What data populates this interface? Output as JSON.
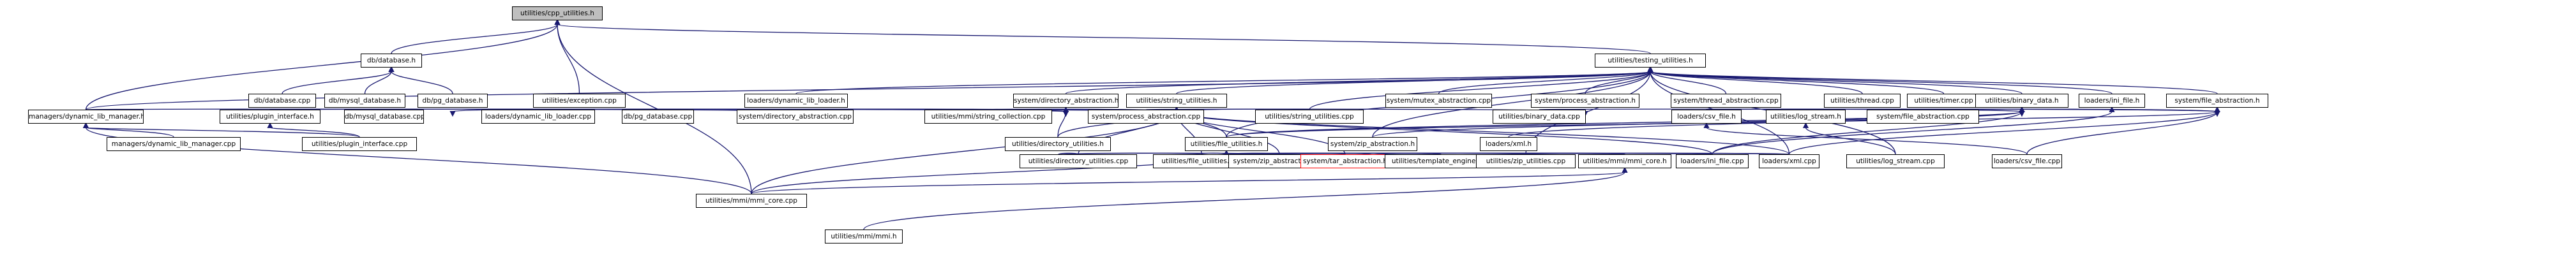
{
  "diagram": {
    "type": "include-dependency-graph",
    "colors": {
      "edge": "#191970",
      "node_border": "#000000",
      "node_fill": "#ffffff",
      "root_fill": "#bfbfbf",
      "missing_border": "#ff0000"
    },
    "nodes": [
      {
        "id": "cpp_utilities_h",
        "label": "utilities/cpp_utilities.h",
        "kind": "root"
      },
      {
        "id": "db_database_h",
        "label": "db/database.h"
      },
      {
        "id": "testing_utilities_h",
        "label": "utilities/testing_utilities.h"
      },
      {
        "id": "db_database_cpp",
        "label": "db/database.cpp"
      },
      {
        "id": "db_mysql_database_h",
        "label": "db/mysql_database.h"
      },
      {
        "id": "db_pg_database_h",
        "label": "db/pg_database.h"
      },
      {
        "id": "exception_cpp",
        "label": "utilities/exception.cpp"
      },
      {
        "id": "dynamic_lib_loader_h",
        "label": "loaders/dynamic_lib_loader.h"
      },
      {
        "id": "directory_abstraction_h",
        "label": "system/directory_abstraction.h"
      },
      {
        "id": "string_utilities_h",
        "label": "utilities/string_utilities.h"
      },
      {
        "id": "mutex_abstraction_cpp",
        "label": "system/mutex_abstraction.cpp"
      },
      {
        "id": "process_abstraction_h",
        "label": "system/process_abstraction.h"
      },
      {
        "id": "thread_abstraction_cpp",
        "label": "system/thread_abstraction.cpp"
      },
      {
        "id": "thread_cpp",
        "label": "utilities/thread.cpp"
      },
      {
        "id": "timer_cpp",
        "label": "utilities/timer.cpp"
      },
      {
        "id": "binary_data_h",
        "label": "utilities/binary_data.h"
      },
      {
        "id": "ini_file_h",
        "label": "loaders/ini_file.h"
      },
      {
        "id": "file_abstraction_h",
        "label": "system/file_abstraction.h"
      },
      {
        "id": "dynamic_lib_manager_h",
        "label": "managers/dynamic_lib_manager.h"
      },
      {
        "id": "plugin_interface_h",
        "label": "utilities/plugin_interface.h"
      },
      {
        "id": "mysql_database_cpp",
        "label": "db/mysql_database.cpp"
      },
      {
        "id": "dynamic_lib_loader_cpp",
        "label": "loaders/dynamic_lib_loader.cpp"
      },
      {
        "id": "pg_database_cpp",
        "label": "db/pg_database.cpp"
      },
      {
        "id": "directory_abstraction_cpp",
        "label": "system/directory_abstraction.cpp"
      },
      {
        "id": "mmi_string_collection_cpp",
        "label": "utilities/mmi/string_collection.cpp"
      },
      {
        "id": "process_abstraction_cpp",
        "label": "system/process_abstraction.cpp"
      },
      {
        "id": "string_utilities_cpp",
        "label": "utilities/string_utilities.cpp"
      },
      {
        "id": "binary_data_cpp",
        "label": "utilities/binary_data.cpp"
      },
      {
        "id": "csv_file_h",
        "label": "loaders/csv_file.h"
      },
      {
        "id": "log_stream_h",
        "label": "utilities/log_stream.h"
      },
      {
        "id": "file_abstraction_cpp",
        "label": "system/file_abstraction.cpp"
      },
      {
        "id": "dynamic_lib_manager_cpp",
        "label": "managers/dynamic_lib_manager.cpp"
      },
      {
        "id": "plugin_interface_cpp",
        "label": "utilities/plugin_interface.cpp"
      },
      {
        "id": "directory_utilities_h",
        "label": "utilities/directory_utilities.h"
      },
      {
        "id": "file_utilities_h",
        "label": "utilities/file_utilities.h"
      },
      {
        "id": "zip_abstraction_h",
        "label": "system/zip_abstraction.h"
      },
      {
        "id": "xml_h",
        "label": "loaders/xml.h"
      },
      {
        "id": "directory_utilities_cpp",
        "label": "utilities/directory_utilities.cpp"
      },
      {
        "id": "file_utilities_cpp",
        "label": "utilities/file_utilities.cpp"
      },
      {
        "id": "zip_abstraction_cpp",
        "label": "system/zip_abstraction.cpp"
      },
      {
        "id": "tar_abstraction_h",
        "label": "system/tar_abstraction.h",
        "kind": "missing"
      },
      {
        "id": "template_engine_cpp",
        "label": "utilities/template_engine.cpp"
      },
      {
        "id": "zip_utilities_cpp",
        "label": "utilities/zip_utilities.cpp"
      },
      {
        "id": "mmi_core_h",
        "label": "utilities/mmi/mmi_core.h"
      },
      {
        "id": "ini_file_cpp",
        "label": "loaders/ini_file.cpp"
      },
      {
        "id": "xml_cpp",
        "label": "loaders/xml.cpp"
      },
      {
        "id": "log_stream_cpp",
        "label": "utilities/log_stream.cpp"
      },
      {
        "id": "csv_file_cpp",
        "label": "loaders/csv_file.cpp"
      },
      {
        "id": "mmi_core_cpp",
        "label": "utilities/mmi/mmi_core.cpp"
      },
      {
        "id": "mmi_h",
        "label": "utilities/mmi/mmi.h"
      }
    ],
    "edges": [
      [
        "cpp_utilities_h",
        "db_database_h"
      ],
      [
        "cpp_utilities_h",
        "testing_utilities_h"
      ],
      [
        "cpp_utilities_h",
        "exception_cpp"
      ],
      [
        "cpp_utilities_h",
        "dynamic_lib_manager_h"
      ],
      [
        "cpp_utilities_h",
        "mmi_core_cpp"
      ],
      [
        "db_database_h",
        "db_database_cpp"
      ],
      [
        "db_database_h",
        "db_mysql_database_h"
      ],
      [
        "db_database_h",
        "db_pg_database_h"
      ],
      [
        "db_mysql_database_h",
        "mysql_database_cpp"
      ],
      [
        "db_pg_database_h",
        "pg_database_cpp"
      ],
      [
        "testing_utilities_h",
        "dynamic_lib_loader_h"
      ],
      [
        "testing_utilities_h",
        "directory_abstraction_h"
      ],
      [
        "testing_utilities_h",
        "string_utilities_h"
      ],
      [
        "testing_utilities_h",
        "mutex_abstraction_cpp"
      ],
      [
        "testing_utilities_h",
        "process_abstraction_h"
      ],
      [
        "testing_utilities_h",
        "thread_abstraction_cpp"
      ],
      [
        "testing_utilities_h",
        "thread_cpp"
      ],
      [
        "testing_utilities_h",
        "timer_cpp"
      ],
      [
        "testing_utilities_h",
        "binary_data_h"
      ],
      [
        "testing_utilities_h",
        "ini_file_h"
      ],
      [
        "testing_utilities_h",
        "file_abstraction_h"
      ],
      [
        "testing_utilities_h",
        "file_utilities_h"
      ],
      [
        "testing_utilities_h",
        "zip_abstraction_h"
      ],
      [
        "testing_utilities_h",
        "dynamic_lib_manager_h"
      ],
      [
        "testing_utilities_h",
        "string_utilities_cpp"
      ],
      [
        "testing_utilities_h",
        "zip_utilities_cpp"
      ],
      [
        "testing_utilities_h",
        "xml_cpp"
      ],
      [
        "testing_utilities_h",
        "log_stream_cpp"
      ],
      [
        "dynamic_lib_loader_h",
        "dynamic_lib_loader_cpp"
      ],
      [
        "dynamic_lib_loader_h",
        "dynamic_lib_manager_h"
      ],
      [
        "directory_abstraction_h",
        "directory_abstraction_cpp"
      ],
      [
        "directory_abstraction_h",
        "directory_utilities_h"
      ],
      [
        "directory_abstraction_h",
        "plugin_interface_h"
      ],
      [
        "string_utilities_h",
        "mmi_string_collection_cpp"
      ],
      [
        "string_utilities_h",
        "string_utilities_cpp"
      ],
      [
        "string_utilities_h",
        "directory_utilities_h"
      ],
      [
        "string_utilities_h",
        "file_utilities_h"
      ],
      [
        "string_utilities_h",
        "tar_abstraction_h"
      ],
      [
        "string_utilities_h",
        "zip_abstraction_cpp"
      ],
      [
        "string_utilities_h",
        "file_utilities_cpp"
      ],
      [
        "string_utilities_h",
        "directory_utilities_cpp"
      ],
      [
        "string_utilities_h",
        "mmi_core_cpp"
      ],
      [
        "string_utilities_h",
        "ini_file_cpp"
      ],
      [
        "string_utilities_h",
        "xml_cpp"
      ],
      [
        "string_utilities_h",
        "plugin_interface_h"
      ],
      [
        "string_utilities_h",
        "pg_database_cpp"
      ],
      [
        "process_abstraction_h",
        "process_abstraction_cpp"
      ],
      [
        "binary_data_h",
        "binary_data_cpp"
      ],
      [
        "binary_data_h",
        "csv_file_h"
      ],
      [
        "binary_data_h",
        "file_utilities_h"
      ],
      [
        "binary_data_h",
        "xml_h"
      ],
      [
        "binary_data_h",
        "zip_abstraction_h"
      ],
      [
        "binary_data_h",
        "ini_file_cpp"
      ],
      [
        "ini_file_h",
        "ini_file_cpp"
      ],
      [
        "file_abstraction_h",
        "csv_file_h"
      ],
      [
        "file_abstraction_h",
        "log_stream_h"
      ],
      [
        "file_abstraction_h",
        "file_abstraction_cpp"
      ],
      [
        "file_abstraction_h",
        "file_utilities_h"
      ],
      [
        "file_abstraction_h",
        "xml_cpp"
      ],
      [
        "file_abstraction_h",
        "csv_file_cpp"
      ],
      [
        "dynamic_lib_manager_h",
        "dynamic_lib_manager_cpp"
      ],
      [
        "dynamic_lib_manager_h",
        "plugin_interface_cpp"
      ],
      [
        "dynamic_lib_manager_h",
        "mmi_core_cpp"
      ],
      [
        "plugin_interface_h",
        "plugin_interface_cpp"
      ],
      [
        "directory_utilities_h",
        "directory_utilities_cpp"
      ],
      [
        "directory_utilities_h",
        "file_utilities_cpp"
      ],
      [
        "directory_utilities_h",
        "zip_abstraction_cpp"
      ],
      [
        "file_utilities_h",
        "file_utilities_cpp"
      ],
      [
        "file_utilities_h",
        "zip_abstraction_cpp"
      ],
      [
        "file_utilities_h",
        "tar_abstraction_h"
      ],
      [
        "file_utilities_h",
        "template_engine_cpp"
      ],
      [
        "file_utilities_h",
        "zip_utilities_cpp"
      ],
      [
        "file_utilities_h",
        "ini_file_cpp"
      ],
      [
        "file_utilities_h",
        "xml_cpp"
      ],
      [
        "file_utilities_h",
        "mmi_core_h"
      ],
      [
        "file_utilities_h",
        "mmi_core_cpp"
      ],
      [
        "zip_abstraction_h",
        "zip_abstraction_cpp"
      ],
      [
        "zip_abstraction_h",
        "zip_utilities_cpp"
      ],
      [
        "xml_h",
        "xml_cpp"
      ],
      [
        "xml_h",
        "mmi_core_h"
      ],
      [
        "log_stream_h",
        "log_stream_cpp"
      ],
      [
        "csv_file_h",
        "csv_file_cpp"
      ],
      [
        "mmi_core_h",
        "mmi_core_cpp"
      ],
      [
        "mmi_core_h",
        "mmi_h"
      ]
    ]
  }
}
